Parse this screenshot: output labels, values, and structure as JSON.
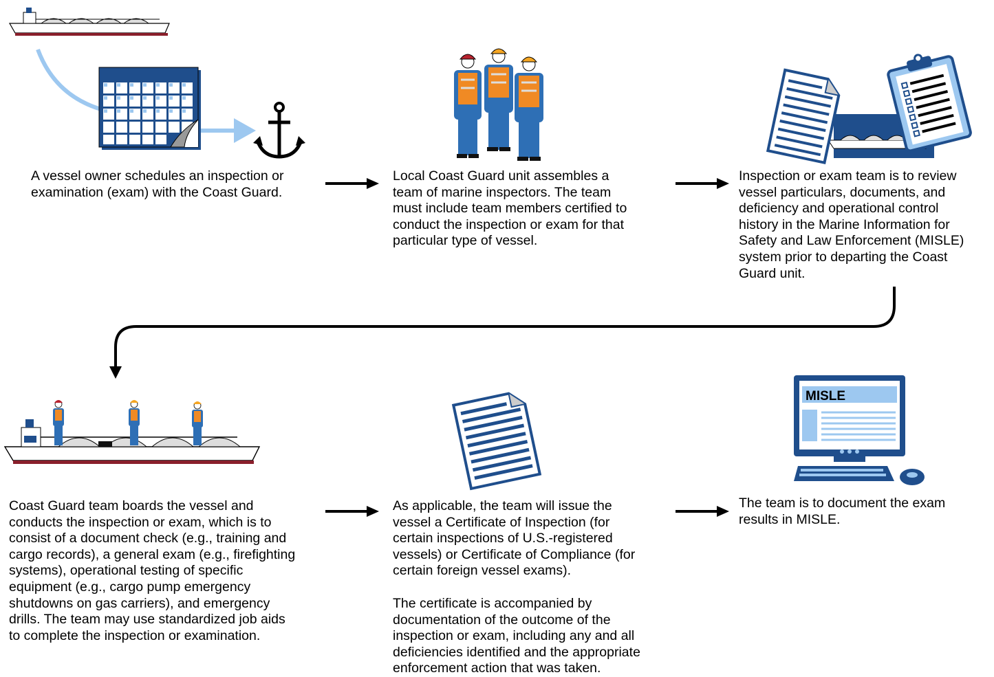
{
  "steps": {
    "step1": {
      "text": "A vessel owner schedules an inspection or\nexamination (exam) with the Coast Guard."
    },
    "step2": {
      "text": "Local Coast Guard unit assembles a\nteam of marine inspectors. The team\nmust include team members certified to\nconduct the inspection or exam for that\nparticular type of vessel."
    },
    "step3": {
      "text": "Inspection or exam team is to review\nvessel particulars, documents, and\ndeficiency and operational control\nhistory in the Marine Information for\nSafety and Law Enforcement (MISLE)\nsystem prior to departing the Coast\nGuard unit."
    },
    "step4": {
      "text": "Coast Guard team boards the vessel and\nconducts the inspection or exam, which is to\nconsist of a document check (e.g., training and\ncargo records), a general exam (e.g., firefighting\nsystems), operational testing of specific\nequipment (e.g., cargo pump emergency\nshutdowns on gas carriers), and emergency\ndrills. The team may use standardized job aids\nto complete the inspection or examination."
    },
    "step5": {
      "text": "As applicable, the team will issue the\nvessel a Certificate of Inspection (for\ncertain inspections of U.S.-registered\nvessels) or Certificate of Compliance (for\ncertain foreign vessel exams).",
      "text2": "The certificate is accompanied by\ndocumentation of the outcome of the\ninspection or exam, including any and all\ndeficiencies identified and the appropriate\nenforcement action that was taken."
    },
    "step6": {
      "text": "The team is to document the exam\nresults in MISLE."
    }
  },
  "monitor": {
    "screen_title": "MISLE"
  },
  "icons": [
    "ship-icon",
    "calendar-icon",
    "anchor-icon",
    "inspectors-icon",
    "documents-icon",
    "clipboard-icon",
    "ship-with-inspectors-icon",
    "certificate-icon",
    "computer-icon"
  ],
  "colors": {
    "navy": "#1f4e8c",
    "light_blue": "#9dc8f0",
    "hard_hat": "#f5a623",
    "vest": "#f08a24",
    "red_hat": "#b8232f",
    "hull_red": "#8a1f2b"
  }
}
